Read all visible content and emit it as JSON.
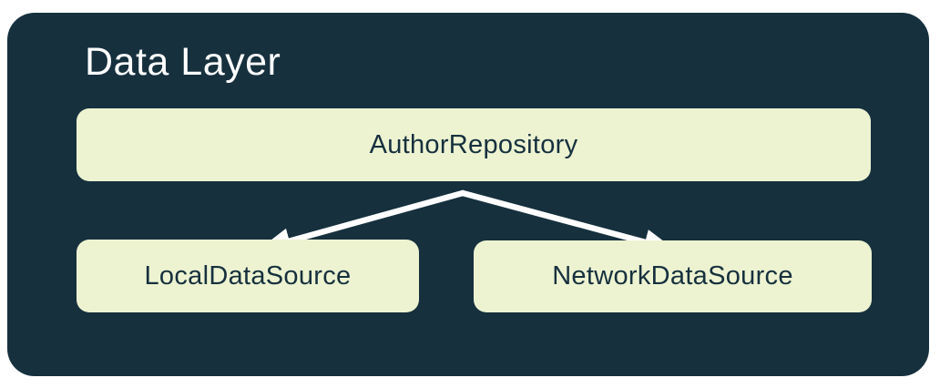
{
  "panel": {
    "title": "Data Layer"
  },
  "boxes": {
    "repository": {
      "label": "AuthorRepository"
    },
    "local": {
      "label": "LocalDataSource"
    },
    "network": {
      "label": "NetworkDataSource"
    }
  },
  "edges": [
    {
      "from": "AuthorRepository",
      "to": "LocalDataSource",
      "style": "arrow"
    },
    {
      "from": "AuthorRepository",
      "to": "NetworkDataSource",
      "style": "arrow"
    }
  ],
  "colors": {
    "page-bg": "#FFFFFF",
    "panel-bg": "#16303E",
    "box-bg": "#EDF3D1",
    "box-text": "#16303E",
    "title-text": "#FFFFFF",
    "arrow": "#FFFFFF"
  }
}
